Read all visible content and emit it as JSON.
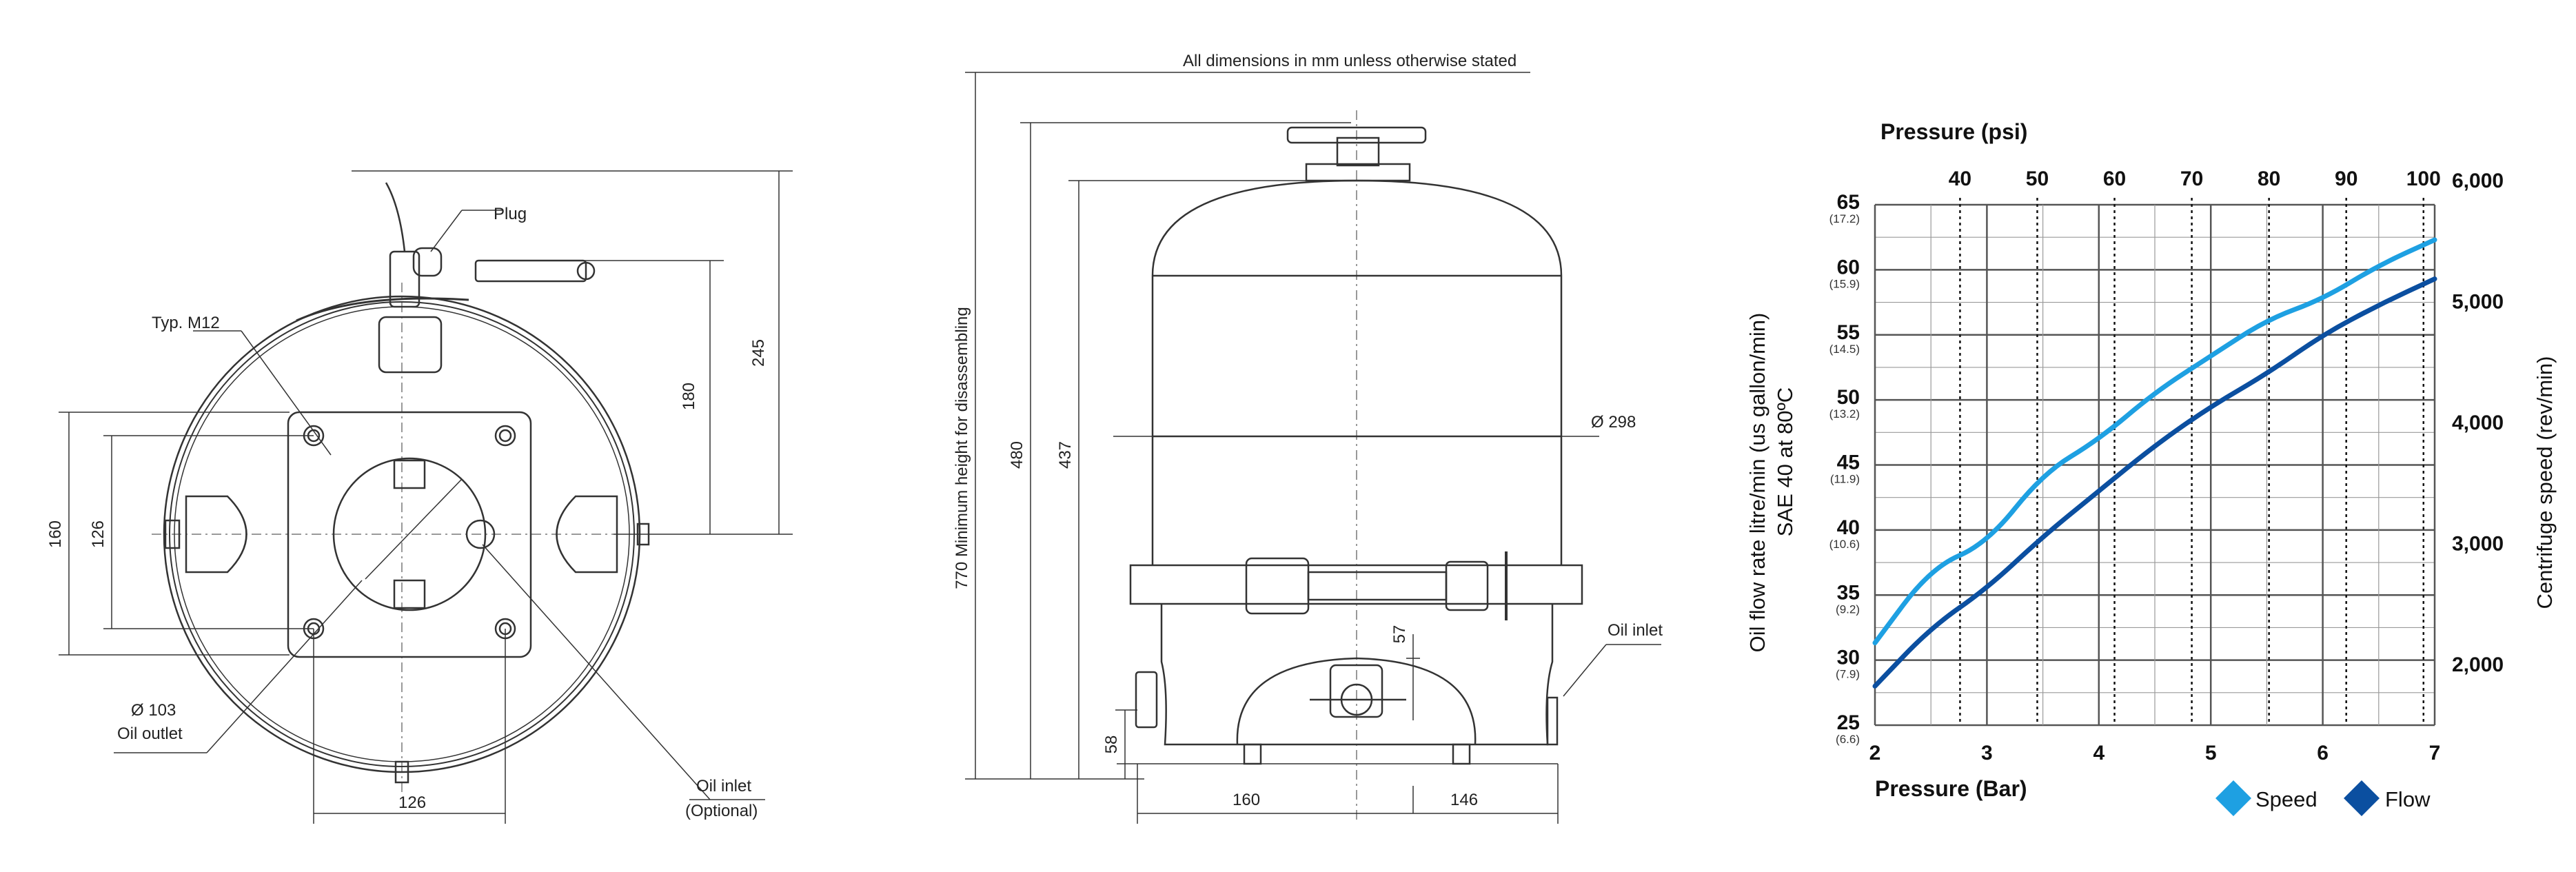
{
  "top_view": {
    "labels": {
      "plug": "Plug",
      "typ_m12": "Typ. M12",
      "dia_103": "Ø 103",
      "oil_outlet": "Oil outlet",
      "oil_inlet": "Oil inlet",
      "optional": "(Optional)"
    },
    "dims": {
      "d160": "160",
      "d126v": "126",
      "d126h": "126",
      "d180": "180",
      "d245": "245"
    }
  },
  "side_view": {
    "note": "All dimensions in mm unless otherwise stated",
    "dims": {
      "min_height": "770 Minimum height for disassembling",
      "d480": "480",
      "d437": "437",
      "d298": "Ø 298",
      "d57": "57",
      "d58": "58",
      "d160": "160",
      "d146": "146"
    },
    "labels": {
      "oil_inlet": "Oil inlet"
    }
  },
  "chart_data": {
    "type": "line",
    "title": "",
    "top_axis_title": "Pressure (psi)",
    "top_ticks": [
      "40",
      "50",
      "60",
      "70",
      "80",
      "90",
      "100"
    ],
    "top_tick_bar": [
      2.76,
      3.45,
      4.14,
      4.83,
      5.52,
      6.21,
      6.9
    ],
    "xlabel": "Pressure (Bar)",
    "x_ticks": [
      "2",
      "3",
      "4",
      "5",
      "6",
      "7"
    ],
    "xlim": [
      2,
      7
    ],
    "ylabel": "Oil flow rate litre/min (us gallon/min)",
    "ylabel2": "SAE 40 at 80ºC",
    "ylim": [
      25,
      65
    ],
    "y_ticks": [
      {
        "v": 65,
        "main": "65",
        "sub": "(17.2)"
      },
      {
        "v": 60,
        "main": "60",
        "sub": "(15.9)"
      },
      {
        "v": 55,
        "main": "55",
        "sub": "(14.5)"
      },
      {
        "v": 50,
        "main": "50",
        "sub": "(13.2)"
      },
      {
        "v": 45,
        "main": "45",
        "sub": "(11.9)"
      },
      {
        "v": 40,
        "main": "40",
        "sub": "(10.6)"
      },
      {
        "v": 35,
        "main": "35",
        "sub": "(9.2)"
      },
      {
        "v": 30,
        "main": "30",
        "sub": "(7.9)"
      },
      {
        "v": 25,
        "main": "25",
        "sub": "(6.6)"
      }
    ],
    "y2label": "Centrifuge speed (rev/min)",
    "y2lim": [
      1500,
      5800
    ],
    "y2_ticks": [
      {
        "v": 2000,
        "label": "2,000"
      },
      {
        "v": 3000,
        "label": "3,000"
      },
      {
        "v": 4000,
        "label": "4,000"
      },
      {
        "v": 5000,
        "label": "5,000"
      },
      {
        "v": 6000,
        "label": "6,000"
      }
    ],
    "series": [
      {
        "name": "Speed",
        "color": "#1ea0e2",
        "axis": "right",
        "x": [
          2.0,
          2.5,
          3.0,
          3.5,
          4.0,
          4.5,
          5.0,
          5.5,
          6.0,
          6.5,
          7.0
        ],
        "values": [
          2180,
          2800,
          3000,
          3580,
          3860,
          4250,
          4550,
          4850,
          5020,
          5300,
          5510
        ]
      },
      {
        "name": "Flow",
        "color": "#0b4fa0",
        "axis": "left",
        "x": [
          2.0,
          2.5,
          3.0,
          3.5,
          4.0,
          4.5,
          5.0,
          5.5,
          6.0,
          6.5,
          7.0
        ],
        "values": [
          28,
          32.5,
          35.5,
          39.5,
          43,
          46.5,
          49.5,
          52,
          55,
          57.3,
          59.3
        ]
      }
    ],
    "legend": "bottom-right",
    "grid": true
  },
  "colors": {
    "line": "#333333",
    "grid": "#888888"
  }
}
